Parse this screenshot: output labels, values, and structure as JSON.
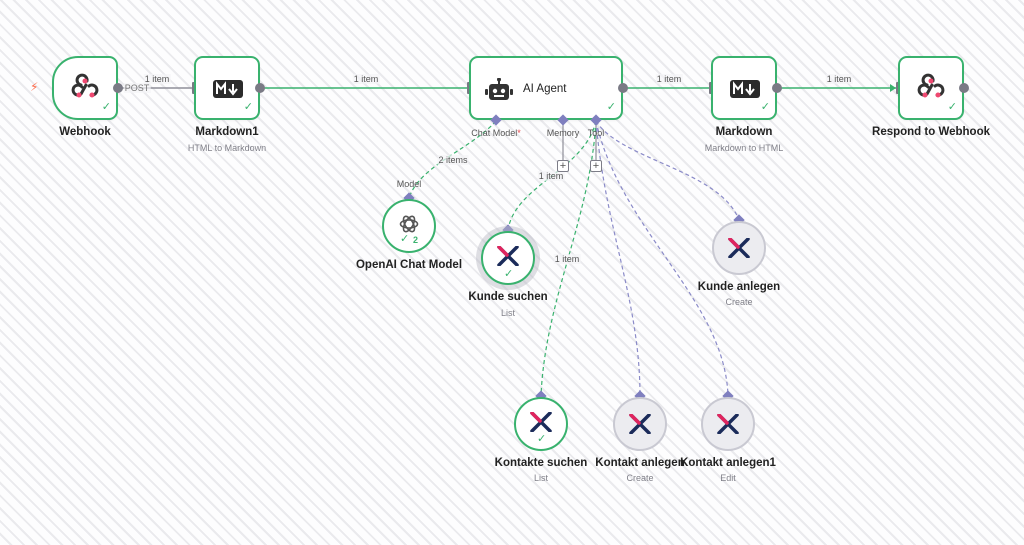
{
  "colors": {
    "success": "#39b26e",
    "tool_link": "#8a8ac8",
    "model_link": "#39b26e",
    "trigger": "#ff6b4a"
  },
  "nodes": {
    "webhook": {
      "title": "Webhook",
      "icon": "webhook-icon"
    },
    "markdown1": {
      "title": "Markdown1",
      "subtitle": "HTML to Markdown",
      "icon": "markdown-icon"
    },
    "ai_agent": {
      "title": "AI Agent",
      "icon": "robot-icon",
      "ports": {
        "chat_model": "Chat Model",
        "memory": "Memory",
        "tool": "Tool"
      }
    },
    "markdown": {
      "title": "Markdown",
      "subtitle": "Markdown to HTML",
      "icon": "markdown-icon"
    },
    "respond": {
      "title": "Respond to Webhook",
      "icon": "webhook-icon"
    },
    "openai": {
      "title": "OpenAI Chat Model",
      "icon": "openai-icon",
      "count": "2",
      "port": "Model"
    },
    "kunde_suchen": {
      "title": "Kunde suchen",
      "subtitle": "List",
      "icon": "x-icon"
    },
    "kunde_anlegen": {
      "title": "Kunde anlegen",
      "subtitle": "Create",
      "icon": "x-icon"
    },
    "kontakte_suchen": {
      "title": "Kontakte suchen",
      "subtitle": "List",
      "icon": "x-icon"
    },
    "kontakt_anlegen": {
      "title": "Kontakt anlegen",
      "subtitle": "Create",
      "icon": "x-icon"
    },
    "kontakt_anlegen1": {
      "title": "Kontakt anlegen1",
      "subtitle": "Edit",
      "icon": "x-icon"
    }
  },
  "edges": {
    "webhook_markdown1": "1 item",
    "webhook_method": "POST",
    "markdown1_agent": "1 item",
    "agent_markdown": "1 item",
    "markdown_respond": "1 item",
    "model_agent": "2 items",
    "tool_kunde_suchen": "1 item",
    "tool_kontakte_suchen": "1 item"
  }
}
